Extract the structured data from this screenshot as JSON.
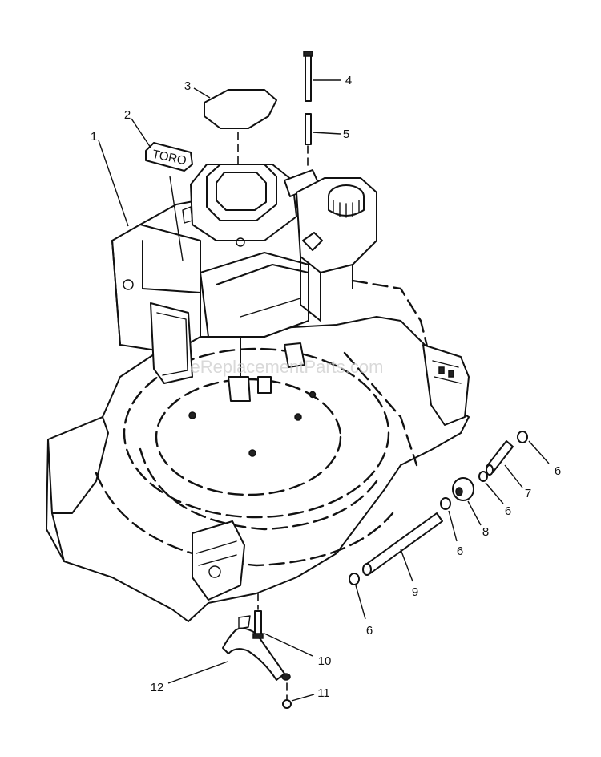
{
  "callouts": [
    {
      "id": "1",
      "label": "1"
    },
    {
      "id": "2",
      "label": "2"
    },
    {
      "id": "3",
      "label": "3"
    },
    {
      "id": "4",
      "label": "4"
    },
    {
      "id": "5",
      "label": "5"
    },
    {
      "id": "6a",
      "label": "6"
    },
    {
      "id": "6b",
      "label": "6"
    },
    {
      "id": "6c",
      "label": "6"
    },
    {
      "id": "6d",
      "label": "6"
    },
    {
      "id": "7",
      "label": "7"
    },
    {
      "id": "8",
      "label": "8"
    },
    {
      "id": "9",
      "label": "9"
    },
    {
      "id": "10",
      "label": "10"
    },
    {
      "id": "11",
      "label": "11"
    },
    {
      "id": "12",
      "label": "12"
    }
  ],
  "decal_text": "TORO",
  "watermark": "eReplacementParts.com"
}
